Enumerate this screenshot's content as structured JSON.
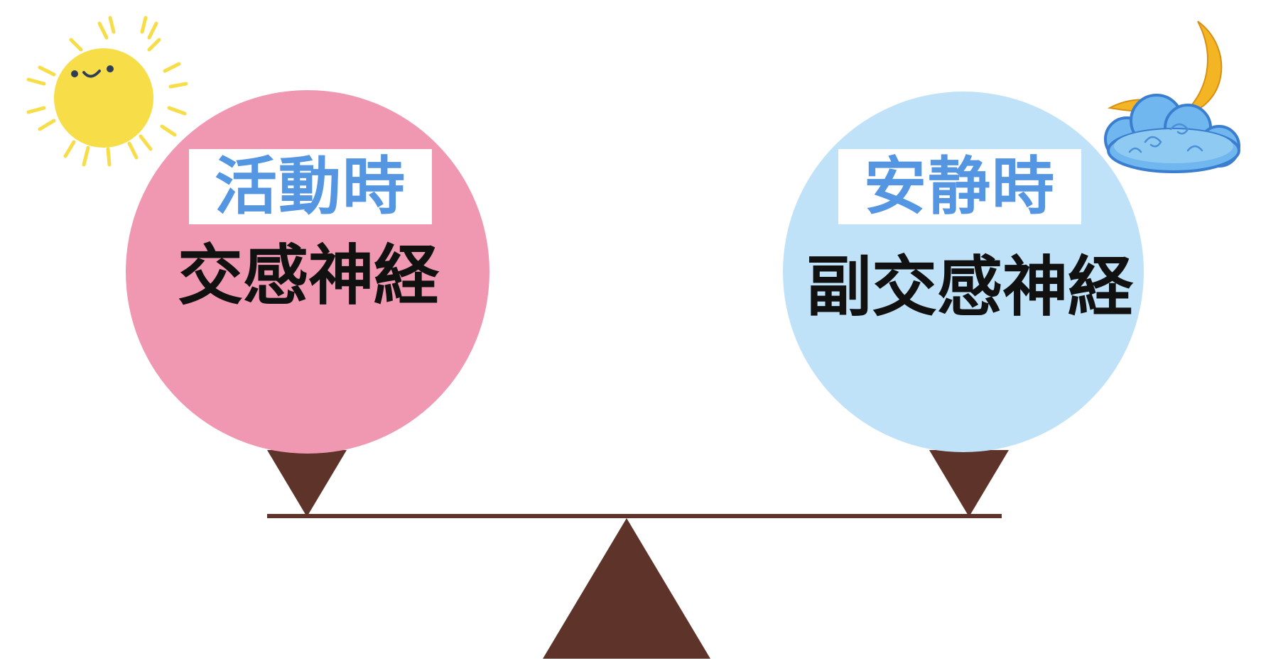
{
  "left": {
    "tag": "活動時",
    "nerve": "交感神経",
    "icon": "sun-icon"
  },
  "right": {
    "tag": "安静時",
    "nerve": "副交感神経",
    "icon": "moon-cloud-icon"
  },
  "colors": {
    "left_bubble": "#f097b2",
    "right_bubble": "#c0e2f8",
    "tag_text": "#5596e2",
    "label_text": "#111111",
    "seesaw": "#5e342a",
    "sun": "#f7dd48",
    "moon": "#f4b524",
    "cloud": "#6fb7ee"
  }
}
